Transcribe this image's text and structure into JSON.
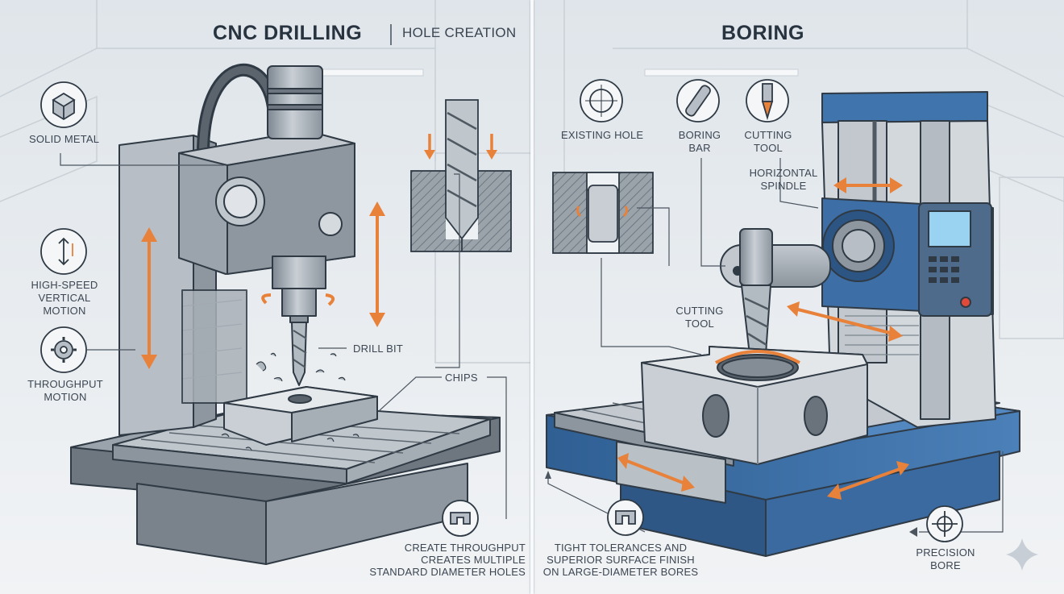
{
  "left_panel": {
    "title": "CNC DRILLING",
    "subtitle": "HOLE CREATION",
    "labels": {
      "solid_metal": "SOLID METAL",
      "high_speed": "HIGH-SPEED\nVERTICAL\nMOTION",
      "throughput": "THROUGHPUT\nMOTION",
      "drill_bit": "DRILL BIT",
      "chips": "CHIPS",
      "create": "CREATE THROUGHPUT\nCREATES MULTIPLE\nSTANDARD DIAMETER HOLES"
    },
    "icons": [
      "cube-icon",
      "vertical-arrows-icon",
      "gear-icon",
      "hole-profile-icon"
    ]
  },
  "right_panel": {
    "title": "BORING",
    "labels": {
      "existing_hole": "EXISTING HOLE",
      "boring_bar": "BORING\nBAR",
      "cutting_tool_top": "CUTTING\nTOOL",
      "horizontal_spindle": "HORIZONTAL\nSPINDLE",
      "cutting_tool_mid": "CUTTING\nTOOL",
      "tight": "TIGHT TOLERANCES AND\nSUPERIOR SURFACE FINISH\nON LARGE-DIAMETER BORES",
      "precision": "PRECISION\nBORE"
    },
    "icons": [
      "circle-hole-icon",
      "boring-bar-icon",
      "cutting-tool-icon",
      "bore-profile-icon",
      "crosshair-icon"
    ]
  },
  "colors": {
    "accent": "#e8813a",
    "machine_blue": "#3d6fa6",
    "steel": "#aeb6be",
    "outline": "#2f3a45",
    "background": "#e9edf1"
  }
}
